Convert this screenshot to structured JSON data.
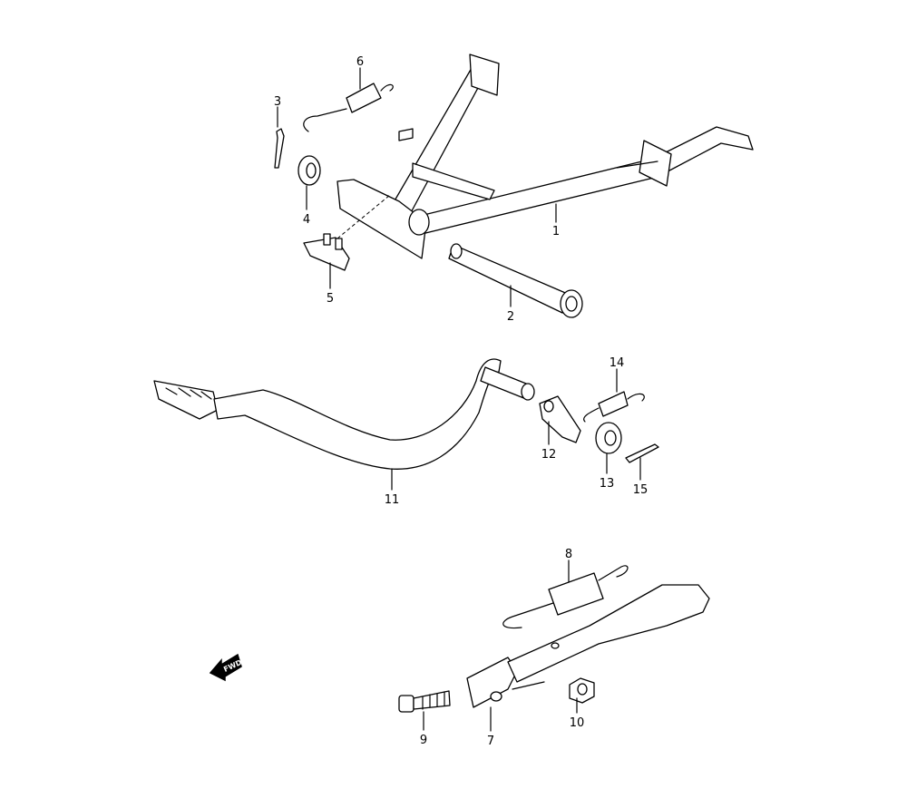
{
  "diagram": {
    "title": "Stand / Rear brake pedal parts diagram",
    "direction_badge": "FWD",
    "callouts": [
      {
        "number": "1",
        "part": "center-stand"
      },
      {
        "number": "2",
        "part": "stand-shaft"
      },
      {
        "number": "3",
        "part": "cotter-pin"
      },
      {
        "number": "4",
        "part": "washer"
      },
      {
        "number": "5",
        "part": "stopper-rubber"
      },
      {
        "number": "6",
        "part": "stand-spring"
      },
      {
        "number": "7",
        "part": "side-stand"
      },
      {
        "number": "8",
        "part": "side-stand-spring"
      },
      {
        "number": "9",
        "part": "bolt"
      },
      {
        "number": "10",
        "part": "nut"
      },
      {
        "number": "11",
        "part": "brake-pedal"
      },
      {
        "number": "12",
        "part": "pedal-lever"
      },
      {
        "number": "13",
        "part": "washer"
      },
      {
        "number": "14",
        "part": "return-spring"
      },
      {
        "number": "15",
        "part": "cotter-pin"
      }
    ]
  }
}
